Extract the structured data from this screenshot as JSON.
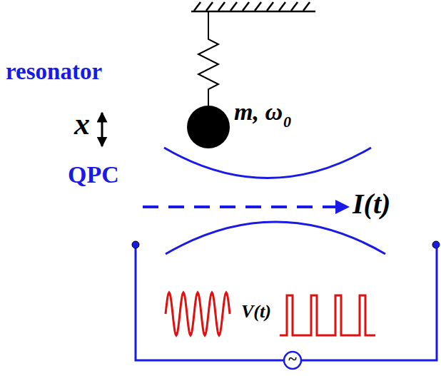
{
  "diagram": {
    "labels": [
      "resonator",
      "x",
      "m, ω",
      "0",
      "QPC",
      "I(t)",
      "V(t)",
      "~"
    ]
  }
}
